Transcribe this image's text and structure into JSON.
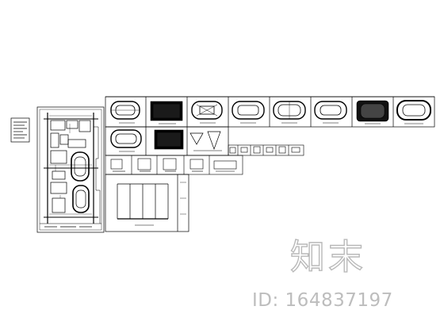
{
  "watermark": {
    "logo_text": "知末",
    "id_text": "ID: 164837197"
  },
  "colors": {
    "background": "#ffffff",
    "line": "#000000",
    "watermark": "#bdbdbd"
  },
  "sheets": {
    "site_plan": "site-plan-sheet",
    "legend": "legend-block",
    "top_row": [
      "oval-field-plan",
      "solid-field-plan",
      "oval-field-plan",
      "oval-field-plan",
      "oval-field-plan",
      "oval-field-plan",
      "solid-field-plan",
      "oval-field-plan"
    ],
    "second_row": [
      "oval-field-plan",
      "solid-field-plan",
      "triangle-details"
    ],
    "detail_strip": "detail-strip",
    "section_sheet": "column-section-sheet"
  }
}
